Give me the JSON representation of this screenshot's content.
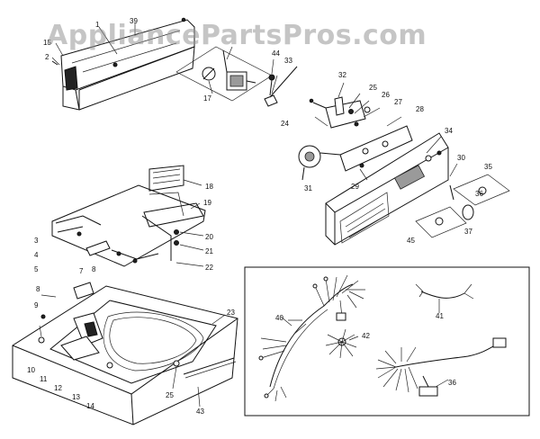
{
  "watermark": "AppliancePartsPros.com",
  "callouts": [
    {
      "id": "c1",
      "text": "1"
    },
    {
      "id": "c2",
      "text": "2"
    },
    {
      "id": "c3",
      "text": "3"
    },
    {
      "id": "c4",
      "text": "4"
    },
    {
      "id": "c5",
      "text": "5"
    },
    {
      "id": "c7",
      "text": "7"
    },
    {
      "id": "c8a",
      "text": "8"
    },
    {
      "id": "c8b",
      "text": "8"
    },
    {
      "id": "c9",
      "text": "9"
    },
    {
      "id": "c10",
      "text": "10"
    },
    {
      "id": "c11",
      "text": "11"
    },
    {
      "id": "c12",
      "text": "12"
    },
    {
      "id": "c13",
      "text": "13"
    },
    {
      "id": "c14",
      "text": "14"
    },
    {
      "id": "c15",
      "text": "15"
    },
    {
      "id": "c17",
      "text": "17"
    },
    {
      "id": "c18",
      "text": "18"
    },
    {
      "id": "c19",
      "text": "19"
    },
    {
      "id": "c20",
      "text": "20"
    },
    {
      "id": "c21",
      "text": "21"
    },
    {
      "id": "c22",
      "text": "22"
    },
    {
      "id": "c23",
      "text": "23"
    },
    {
      "id": "c24",
      "text": "24"
    },
    {
      "id": "c25a",
      "text": "25"
    },
    {
      "id": "c25b",
      "text": "25"
    },
    {
      "id": "c26",
      "text": "26"
    },
    {
      "id": "c27",
      "text": "27"
    },
    {
      "id": "c28",
      "text": "28"
    },
    {
      "id": "c29",
      "text": "29"
    },
    {
      "id": "c30",
      "text": "30"
    },
    {
      "id": "c31",
      "text": "31"
    },
    {
      "id": "c32",
      "text": "32"
    },
    {
      "id": "c33",
      "text": "33"
    },
    {
      "id": "c34",
      "text": "34"
    },
    {
      "id": "c35",
      "text": "35"
    },
    {
      "id": "c36a",
      "text": "36"
    },
    {
      "id": "c36b",
      "text": "36"
    },
    {
      "id": "c37",
      "text": "37"
    },
    {
      "id": "c39",
      "text": "39"
    },
    {
      "id": "c40",
      "text": "40"
    },
    {
      "id": "c41",
      "text": "41"
    },
    {
      "id": "c42",
      "text": "42"
    },
    {
      "id": "c43",
      "text": "43"
    },
    {
      "id": "c44",
      "text": "44"
    },
    {
      "id": "c45",
      "text": "45"
    }
  ]
}
